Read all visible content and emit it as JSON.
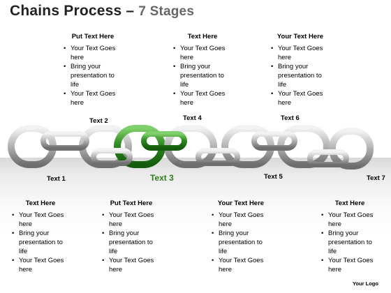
{
  "title": "Chains Process",
  "title_sep": " – ",
  "title_sub": "7 Stages",
  "top_blocks": [
    {
      "heading": "Put Text Here",
      "bullets": [
        "Your Text Goes here",
        "Bring your presentation to life",
        "Your Text Goes here"
      ]
    },
    {
      "heading": "Text Here",
      "bullets": [
        "Your Text Goes here",
        "Bring your presentation to life",
        "Your Text Goes here"
      ]
    },
    {
      "heading": "Your Text Here",
      "bullets": [
        "Your Text Goes here",
        "Bring your presentation to life",
        "Your Text Goes here"
      ]
    }
  ],
  "bottom_blocks": [
    {
      "heading": "Text Here",
      "bullets": [
        "Your Text Goes here",
        "Bring your presentation to life",
        "Your Text Goes here"
      ]
    },
    {
      "heading": "Put Text Here",
      "bullets": [
        "Your Text Goes here",
        "Bring your presentation to life",
        "Your Text Goes here"
      ]
    },
    {
      "heading": "Your Text Here",
      "bullets": [
        "Your Text Goes here",
        "Bring your presentation to life",
        "Your Text Goes here"
      ]
    },
    {
      "heading": "Text Here",
      "bullets": [
        "Your Text Goes here",
        "Bring your presentation to life",
        "Your Text Goes here"
      ]
    }
  ],
  "stage_labels": [
    "Text 1",
    "Text 2",
    "Text 3",
    "Text 4",
    "Text 5",
    "Text 6",
    "Text 7"
  ],
  "logo": "Your Logo",
  "colors": {
    "link_silver": "#9a9a9a",
    "link_green": "#2e8b1e",
    "highlight_label": "#2e7d1c"
  }
}
